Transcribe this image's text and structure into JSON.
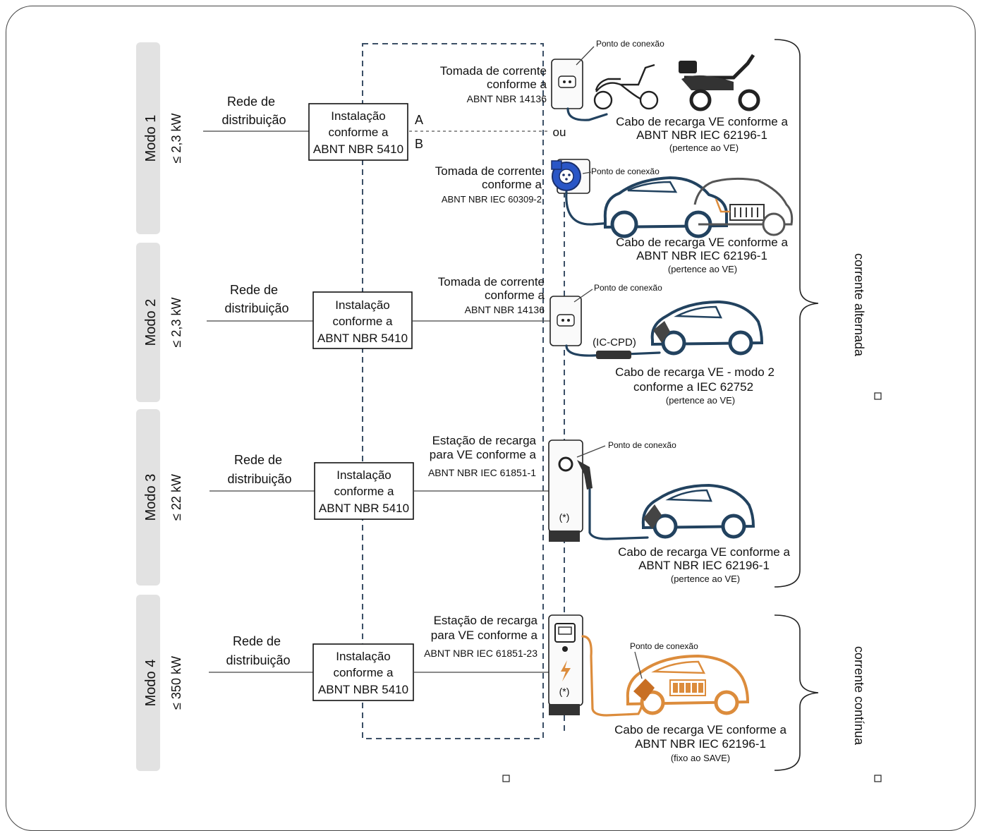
{
  "modes": [
    {
      "name": "Modo 1",
      "power": "≤ 2,3 kW"
    },
    {
      "name": "Modo 2",
      "power": "≤ 2,3 kW"
    },
    {
      "name": "Modo 3",
      "power": "≤ 22 kW"
    },
    {
      "name": "Modo 4",
      "power": "≤ 350 kW"
    }
  ],
  "network": {
    "line1": "Rede de",
    "line2": "distribuição"
  },
  "installation": {
    "line1": "Instalação",
    "line2": "conforme a",
    "line3": "ABNT NBR 5410"
  },
  "mode1": {
    "label_a": "A",
    "label_b": "B",
    "or": "ou",
    "socket_a": {
      "line1": "Tomada de corrente",
      "line2": "conforme a",
      "line3": "ABNT NBR 14136"
    },
    "socket_b": {
      "line1": "Tomada de corrente",
      "line2": "conforme a",
      "line3": "ABNT NBR IEC 60309-2"
    },
    "cable_a": {
      "line1": "Cabo de recarga VE conforme a",
      "line2": "ABNT NBR IEC 62196-1",
      "line3": "(pertence ao VE)"
    },
    "cable_b": {
      "line1": "Cabo de recarga VE conforme a",
      "line2": "ABNT NBR IEC 62196-1",
      "line3": "(pertence ao VE)"
    }
  },
  "mode2": {
    "socket": {
      "line1": "Tomada de corrente",
      "line2": "conforme a",
      "line3": "ABNT NBR 14136"
    },
    "iccpd": "(IC-CPD)",
    "cable": {
      "line1": "Cabo de recarga VE - modo 2",
      "line2": "conforme a IEC 62752",
      "line3": "(pertence ao VE)"
    }
  },
  "mode3": {
    "station": {
      "line1": "Estação de recarga",
      "line2": "para VE conforme a",
      "line3": "ABNT NBR IEC 61851-1"
    },
    "asterisk": "(*)",
    "cable": {
      "line1": "Cabo de recarga VE conforme a",
      "line2": "ABNT NBR IEC 62196-1",
      "line3": "(pertence ao VE)"
    }
  },
  "mode4": {
    "station": {
      "line1": "Estação de recarga",
      "line2": "para VE conforme a",
      "line3": "ABNT NBR IEC 61851-23"
    },
    "asterisk": "(*)",
    "cable": {
      "line1": "Cabo de recarga VE conforme a",
      "line2": "ABNT NBR IEC 62196-1",
      "line3": "(fixo ao SAVE)"
    }
  },
  "connection_point": "Ponto de conexão",
  "current": {
    "ac": "corrente alternada",
    "dc": "corrente contínua"
  },
  "colors": {
    "cable_ac": "#22425f",
    "cable_dc": "#dc8c3c",
    "socket_blue": "#2a56c6",
    "mode_bar": "#e2e2e2"
  }
}
